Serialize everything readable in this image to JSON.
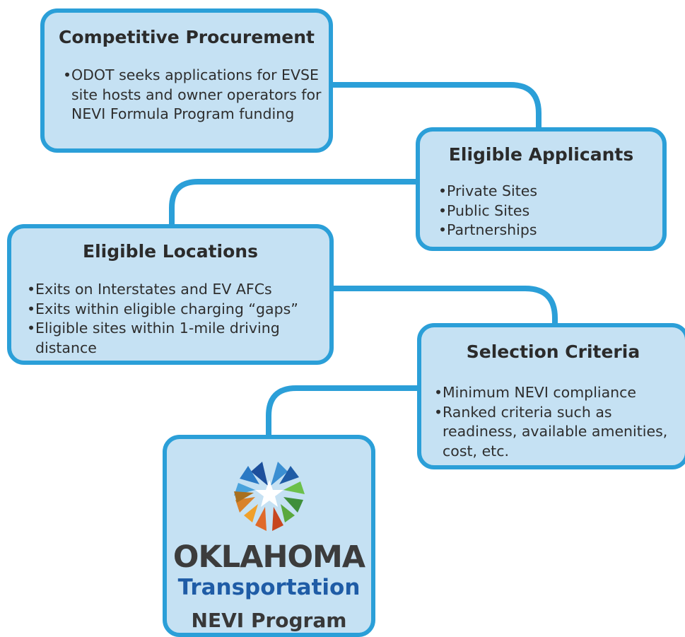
{
  "procurement": {
    "title": "Competitive Procurement",
    "bullets": [
      "ODOT seeks applications for EVSE site hosts and owner operators for NEVI Formula Program funding"
    ]
  },
  "applicants": {
    "title": "Eligible Applicants",
    "bullets": [
      "Private Sites",
      "Public Sites",
      "Partnerships"
    ]
  },
  "locations": {
    "title": "Eligible Locations",
    "bullets": [
      "Exits on Interstates and EV AFCs",
      "Exits within eligible charging “gaps”",
      "Eligible sites within 1-mile driving distance"
    ]
  },
  "selection": {
    "title": "Selection Criteria",
    "bullets": [
      "Minimum NEVI compliance",
      "Ranked criteria such as readiness, available amenities, cost, etc."
    ]
  },
  "program": {
    "brand_title": "OKLAHOMA",
    "brand_subtitle": "Transportation",
    "name": "NEVI Program",
    "logo_icon": "oklahoma-star-logo-icon"
  },
  "colors": {
    "box_fill": "#c5e1f3",
    "border": "#2b9fd8",
    "brand_blue": "#1f5ca6",
    "text": "#2e2e2e"
  }
}
